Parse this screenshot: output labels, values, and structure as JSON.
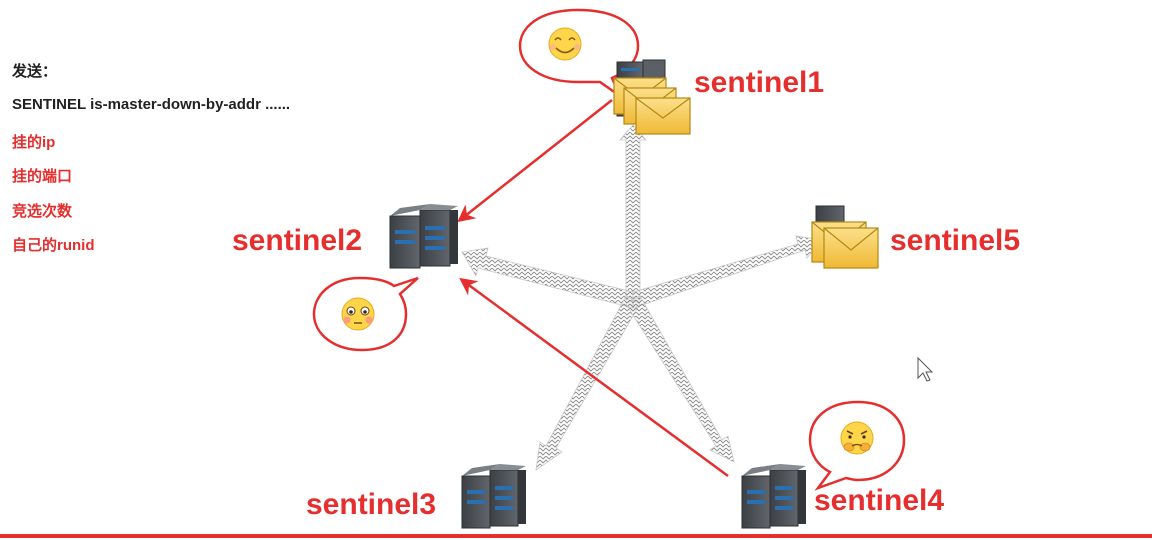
{
  "message": {
    "heading": "发送：",
    "command": "SENTINEL is-master-down-by-addr ......",
    "params": [
      "挂的ip",
      "挂的端口",
      "竞选次数",
      "自己的runid"
    ]
  },
  "nodes": [
    {
      "label": "sentinel1",
      "device": "server-with-mail"
    },
    {
      "label": "sentinel2",
      "device": "server"
    },
    {
      "label": "sentinel3",
      "device": "server"
    },
    {
      "label": "sentinel4",
      "device": "server"
    },
    {
      "label": "sentinel5",
      "device": "mail"
    }
  ],
  "emotions": [
    {
      "node": "sentinel1",
      "icon": "smiling-face-icon"
    },
    {
      "node": "sentinel2",
      "icon": "flushed-face-icon"
    },
    {
      "node": "sentinel4",
      "icon": "grimacing-face-icon"
    }
  ],
  "colors": {
    "accent": "#e52e2e",
    "text": "#222222",
    "server": "#4a4f55",
    "mail": "#f3c24a"
  }
}
